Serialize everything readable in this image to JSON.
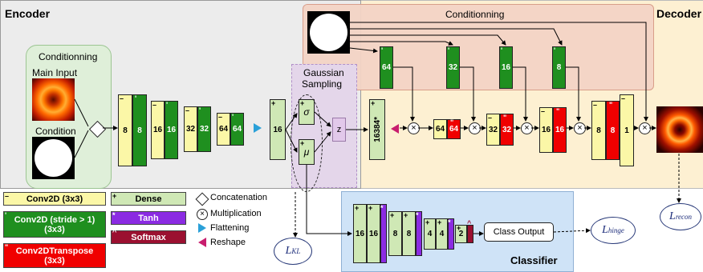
{
  "encoder": {
    "title": "Encoder",
    "conditioning": "Conditionning",
    "main_input": "Main Input",
    "condition": "Condition"
  },
  "decoder": {
    "title": "Decoder",
    "conditioning": "Conditionning"
  },
  "gaussian": {
    "line1": "Gaussian",
    "line2": "Sampling",
    "sigma": "σ",
    "mu": "μ",
    "z": "z"
  },
  "enc_layers": [
    "8",
    "8",
    "16",
    "16",
    "32",
    "32",
    "64",
    "64",
    "16"
  ],
  "reshape_dim": "16384*",
  "cond_layers": [
    "64",
    "32",
    "16",
    "8"
  ],
  "dec_layers": [
    "64",
    "64",
    "32",
    "32",
    "16",
    "16",
    "8",
    "8",
    "1"
  ],
  "classifier": {
    "title": "Classifier",
    "layers": [
      "16",
      "16",
      "8",
      "8",
      "4",
      "4",
      "2"
    ],
    "output": "Class Output"
  },
  "losses": {
    "kl_main": "L",
    "kl_sub": "KL",
    "hinge_main": "L",
    "hinge_sub": "hinge",
    "recon_main": "L",
    "recon_sub": "recon"
  },
  "legend": {
    "conv2d": "Conv2D (3x3)",
    "conv2d_stride_1": "Conv2D (stride > 1)",
    "conv2d_stride_2": "(3x3)",
    "conv2dT_1": "Conv2DTranspose",
    "conv2dT_2": "(3x3)",
    "dense": "Dense",
    "tanh": "Tanh",
    "softmax": "Softmax",
    "concatenation": "Concatenation",
    "multiplication": "Multiplication",
    "flattening": "Flattening",
    "reshape": "Reshape"
  },
  "colors": {
    "conv": "#fbf7a7",
    "stride": "#1f8f1f",
    "transpose": "#f00000",
    "dense": "#cfe8b5",
    "tanh": "#8b2be2",
    "softmax": "#9b1030"
  }
}
